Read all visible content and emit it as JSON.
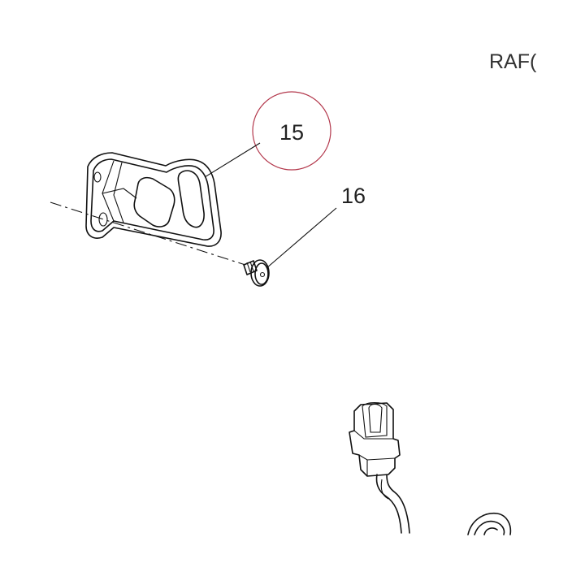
{
  "diagram": {
    "code_label": "RAF(",
    "callouts": [
      {
        "id": "bracket",
        "number": "15"
      },
      {
        "id": "screw",
        "number": "16"
      }
    ],
    "highlight_color": "#b3384c"
  }
}
